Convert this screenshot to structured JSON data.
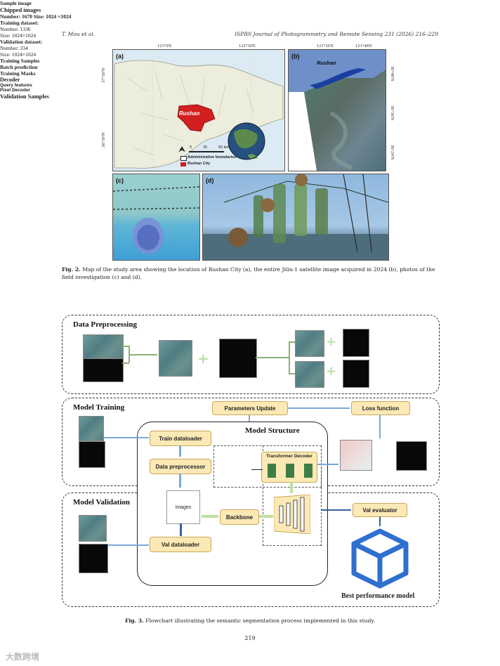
{
  "header": {
    "authors": "T. Mou et al.",
    "journal": "ISPRS Journal of Photogrammetry and Remote Sensing 231 (2026) 216–229"
  },
  "fig2": {
    "panel_a": {
      "label": "(a)",
      "lon1": "121°0'E",
      "lon2": "122°30'E",
      "lat1": "37°30'N",
      "lat2": "36°30'N",
      "city": "Rushan",
      "scale": [
        "0",
        "25",
        "50 km"
      ],
      "legend": [
        "Administrative boundaries",
        "Rushan City"
      ],
      "north": "N"
    },
    "panel_b": {
      "label": "(b)",
      "lon1": "121°36'E",
      "lon2": "121°48'E",
      "city": "Rushan",
      "lat1": "36°48'N",
      "lat2": "36°36'N",
      "lat3": "36°24'N"
    },
    "panel_c": {
      "label": "(c)"
    },
    "panel_d": {
      "label": "(d)"
    },
    "caption_label": "Fig. 2.",
    "caption_text": "Map of the study area showing the location of Rushan City (a), the entire Jilin-1 satellite image acquired in 2024 (b), photos of the field investigation (c) and (d)."
  },
  "fig3": {
    "data_preprocessing": {
      "title": "Data Preprocessing",
      "sample_image": "Sample image",
      "chipped_images": "Chipped images",
      "number_size": "Number: 1670 Size: 1024 ×1024",
      "training_title": "Training dataset:",
      "training_number": "Number: 1336",
      "training_size": "Size: 1024×1024",
      "validation_title": "Validation dataset:",
      "validation_number": "Number: 334",
      "validation_size": "Size: 1024×1024"
    },
    "model_training": {
      "title": "Model Training",
      "training_samples": "Training Samples",
      "parameters_update": "Parameters Update",
      "loss_function": "Loss function",
      "batch_prediction": "Batch prediction",
      "training_masks": "Training Masks"
    },
    "model_structure": {
      "title": "Model Structure",
      "train_dataloader": "Train dataloader",
      "data_preprocessor": "Data preprocessor",
      "images": "images",
      "backbone": "Backbone",
      "val_dataloader": "Val dataloader",
      "decoder": "Decoder",
      "transformer_decoder": "Transformer Decoder",
      "query_features": "Query features",
      "pixel_decoder": "Pixel Decoder"
    },
    "model_validation": {
      "title": "Model Validation",
      "validation_samples": "Validation Samples",
      "val_evaluator": "Val evaluator",
      "best_model": "Best performance model"
    },
    "caption_label": "Fig. 3.",
    "caption_text": "Flowchart illustrating the semantic segmentation process implemented in this study."
  },
  "page_number": "219",
  "watermark": "大数跨境"
}
